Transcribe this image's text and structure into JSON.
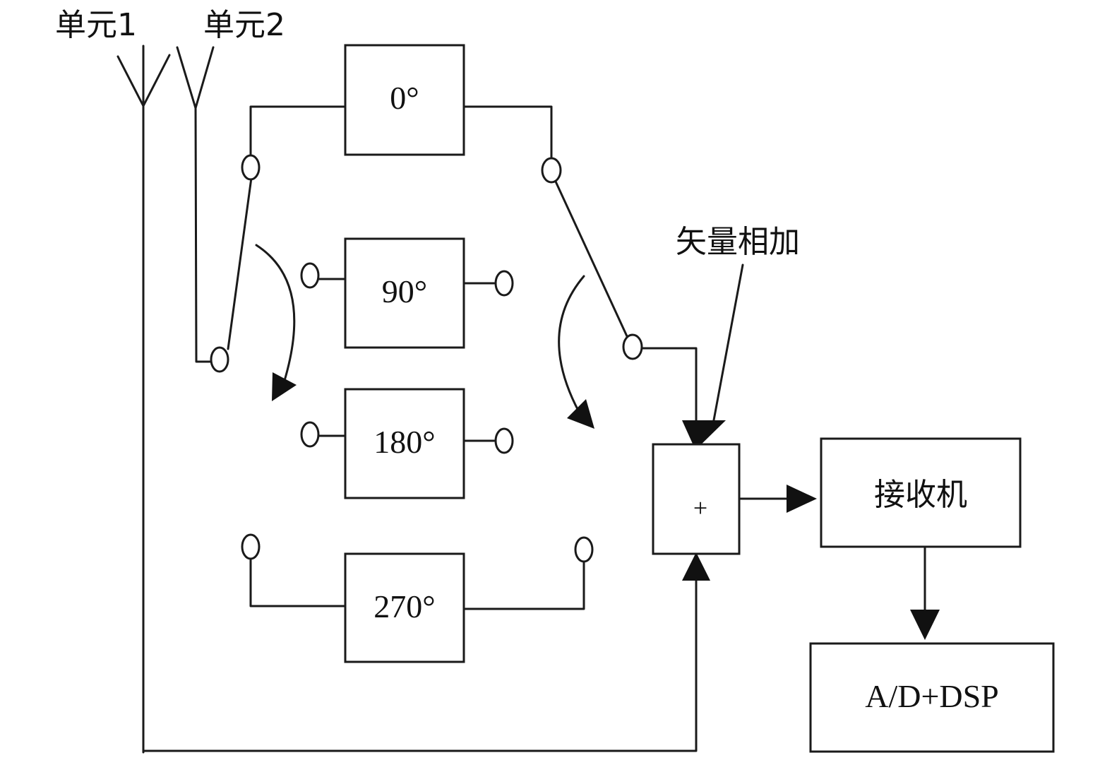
{
  "antennas": {
    "unit1_label": "单元1",
    "unit2_label": "单元2"
  },
  "phase_shifters": [
    "0°",
    "90°",
    "180°",
    "270°"
  ],
  "vector_add_label": "矢量相加",
  "adder_symbol": "+",
  "receiver_label": "接收机",
  "adc_dsp_label": "A/D+DSP"
}
